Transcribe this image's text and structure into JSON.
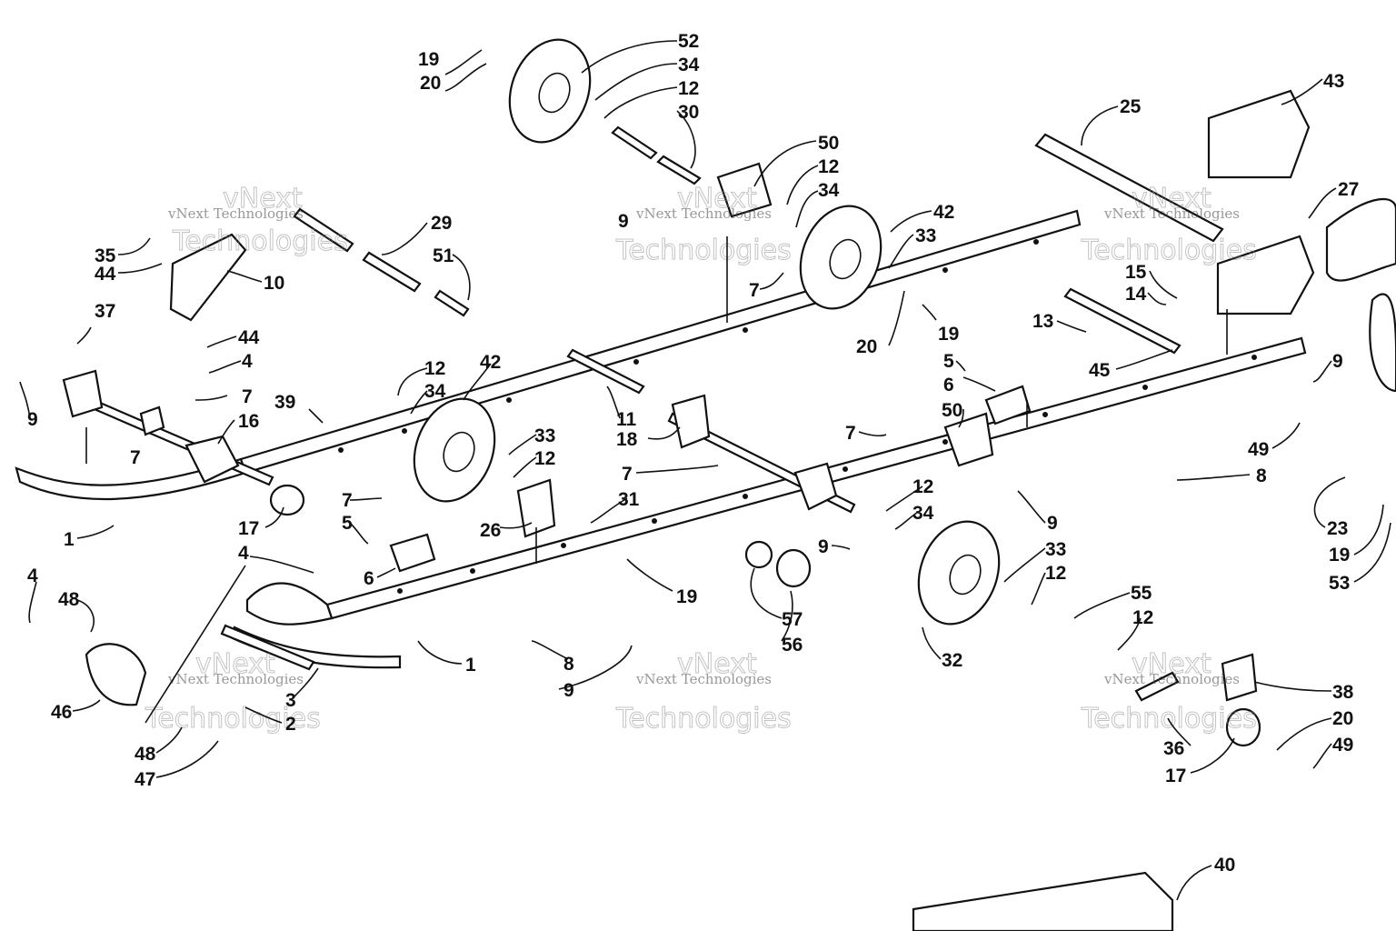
{
  "watermark": {
    "small": "vNext Technologies",
    "large_top": "vNext",
    "large_bottom": "Technologies"
  },
  "callouts": [
    {
      "id": "c19a",
      "text": "19"
    },
    {
      "id": "c20a",
      "text": "20"
    },
    {
      "id": "c52",
      "text": "52"
    },
    {
      "id": "c34a",
      "text": "34"
    },
    {
      "id": "c12a",
      "text": "12"
    },
    {
      "id": "c30",
      "text": "30"
    },
    {
      "id": "c25",
      "text": "25"
    },
    {
      "id": "c43",
      "text": "43"
    },
    {
      "id": "c50a",
      "text": "50"
    },
    {
      "id": "c12b",
      "text": "12"
    },
    {
      "id": "c34b",
      "text": "34"
    },
    {
      "id": "c9a",
      "text": "9"
    },
    {
      "id": "c42a",
      "text": "42"
    },
    {
      "id": "c33a",
      "text": "33"
    },
    {
      "id": "c27",
      "text": "27"
    },
    {
      "id": "c29",
      "text": "29"
    },
    {
      "id": "c51",
      "text": "51"
    },
    {
      "id": "c35",
      "text": "35"
    },
    {
      "id": "c44a",
      "text": "44"
    },
    {
      "id": "c10",
      "text": "10"
    },
    {
      "id": "c15",
      "text": "15"
    },
    {
      "id": "c14",
      "text": "14"
    },
    {
      "id": "c7a",
      "text": "7"
    },
    {
      "id": "c19b",
      "text": "19"
    },
    {
      "id": "c13",
      "text": "13"
    },
    {
      "id": "c20b",
      "text": "20"
    },
    {
      "id": "c37",
      "text": "37"
    },
    {
      "id": "c44b",
      "text": "44"
    },
    {
      "id": "c4a",
      "text": "4"
    },
    {
      "id": "c5a",
      "text": "5"
    },
    {
      "id": "c45",
      "text": "45"
    },
    {
      "id": "c9b",
      "text": "9"
    },
    {
      "id": "c12c",
      "text": "12"
    },
    {
      "id": "c34c",
      "text": "34"
    },
    {
      "id": "c42b",
      "text": "42"
    },
    {
      "id": "c6a",
      "text": "6"
    },
    {
      "id": "c7b",
      "text": "7"
    },
    {
      "id": "c9c",
      "text": "9"
    },
    {
      "id": "c39",
      "text": "39"
    },
    {
      "id": "c16",
      "text": "16"
    },
    {
      "id": "c11",
      "text": "11"
    },
    {
      "id": "c18",
      "text": "18"
    },
    {
      "id": "c50b",
      "text": "50"
    },
    {
      "id": "c7c",
      "text": "7"
    },
    {
      "id": "c49a",
      "text": "49"
    },
    {
      "id": "c7d",
      "text": "7"
    },
    {
      "id": "c33b",
      "text": "33"
    },
    {
      "id": "c12d",
      "text": "12"
    },
    {
      "id": "c7e",
      "text": "7"
    },
    {
      "id": "c8a",
      "text": "8"
    },
    {
      "id": "c12e",
      "text": "12"
    },
    {
      "id": "c34d",
      "text": "34"
    },
    {
      "id": "c9d",
      "text": "9"
    },
    {
      "id": "c23",
      "text": "23"
    },
    {
      "id": "c31",
      "text": "31"
    },
    {
      "id": "c26",
      "text": "26"
    },
    {
      "id": "c7f",
      "text": "7"
    },
    {
      "id": "c17a",
      "text": "17"
    },
    {
      "id": "c5b",
      "text": "5"
    },
    {
      "id": "c1a",
      "text": "1"
    },
    {
      "id": "c19c",
      "text": "19"
    },
    {
      "id": "c53",
      "text": "53"
    },
    {
      "id": "c4b",
      "text": "4"
    },
    {
      "id": "c6b",
      "text": "6"
    },
    {
      "id": "c9e",
      "text": "9"
    },
    {
      "id": "c33c",
      "text": "33"
    },
    {
      "id": "c12f",
      "text": "12"
    },
    {
      "id": "c55",
      "text": "55"
    },
    {
      "id": "c4c",
      "text": "4"
    },
    {
      "id": "c48a",
      "text": "48"
    },
    {
      "id": "c19d",
      "text": "19"
    },
    {
      "id": "c57",
      "text": "57"
    },
    {
      "id": "c12g",
      "text": "12"
    },
    {
      "id": "c56",
      "text": "56"
    },
    {
      "id": "c1b",
      "text": "1"
    },
    {
      "id": "c8b",
      "text": "8"
    },
    {
      "id": "c32",
      "text": "32"
    },
    {
      "id": "c9f",
      "text": "9"
    },
    {
      "id": "c38",
      "text": "38"
    },
    {
      "id": "c46",
      "text": "46"
    },
    {
      "id": "c3",
      "text": "3"
    },
    {
      "id": "c20c",
      "text": "20"
    },
    {
      "id": "c2",
      "text": "2"
    },
    {
      "id": "c49b",
      "text": "49"
    },
    {
      "id": "c48b",
      "text": "48"
    },
    {
      "id": "c36",
      "text": "36"
    },
    {
      "id": "c17b",
      "text": "17"
    },
    {
      "id": "c47",
      "text": "47"
    },
    {
      "id": "c40",
      "text": "40"
    }
  ]
}
